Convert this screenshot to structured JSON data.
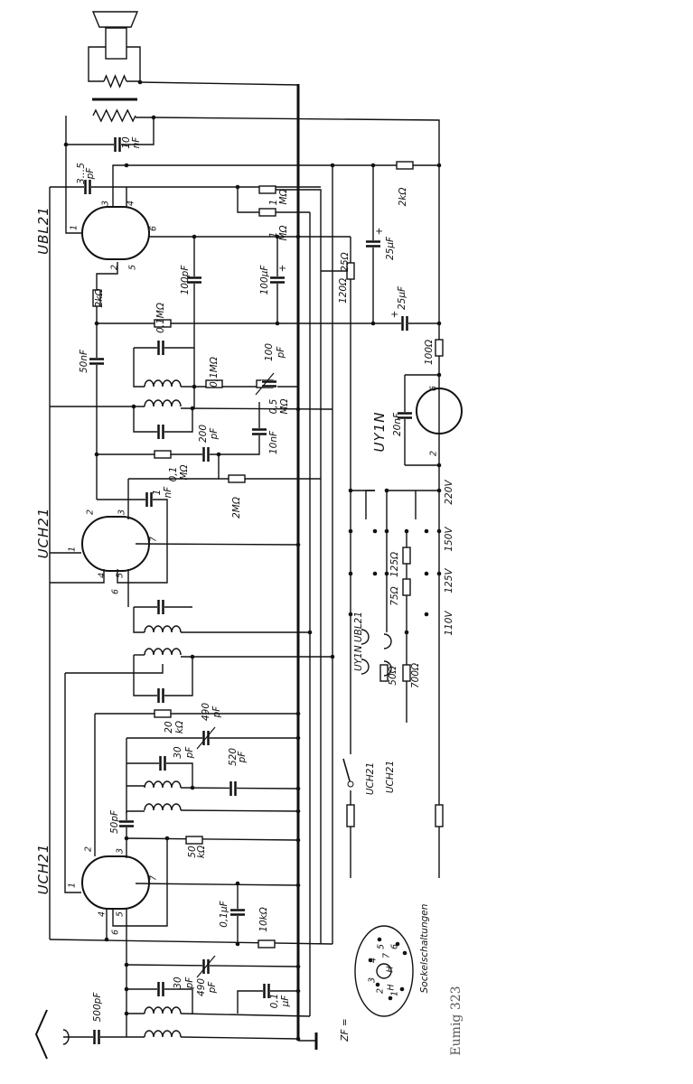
{
  "title": "Eumig 323",
  "tubes": [
    "UBL21",
    "UCH21",
    "UCH21",
    "UY1N"
  ],
  "labels": {
    "ubl21_cap_3_5": "3…5",
    "ubl21_cap_3_5_unit": "pF",
    "out_cap_10": "10",
    "out_cap_10_unit": "nF",
    "r_2k_screen": "2kΩ",
    "r_0_1M_top": "0,1MΩ",
    "c_100pF": "100pF",
    "c_100uF": "100µF",
    "r_1M_a": "1",
    "r_1M_a_unit": "MΩ",
    "r_1M_b": "1",
    "r_1M_b_unit": "MΩ",
    "r_25": "25Ω",
    "r_120": "120Ω",
    "c_25uF_a": "25µF",
    "c_25uF_b": "25µF",
    "r_2k_supply": "2kΩ",
    "r_100": "100Ω",
    "c_50nF": "50nF",
    "r_0_1M_mid": "0,1MΩ",
    "c_100pF_b": "100",
    "c_100pF_b_unit": "pF",
    "pot_0_5": "0,5",
    "pot_0_5_unit": "MΩ",
    "c_200": "200",
    "c_200_unit": "pF",
    "c_10nF": "10nF",
    "r_0_1M_low": "0,1",
    "r_0_1M_low_unit": "MΩ",
    "c_1nF": "1",
    "c_1nF_unit": "nF",
    "r_2M": "2MΩ",
    "c_20nF": "20nF",
    "v_220": "220V",
    "v_150": "150V",
    "v_125": "125V",
    "v_110": "110V",
    "r_125": "125Ω",
    "r_75": "75Ω",
    "r_50": "50Ω",
    "r_700": "700Ω",
    "heater_uy1n_ubl21": "UY1N UBL21",
    "heater_uch21_a": "UCH21",
    "heater_uch21_b": "UCH21",
    "c_490_a": "490",
    "c_490_a_unit": "pF",
    "r_20k": "20",
    "r_20k_unit": "kΩ",
    "c_30_a": "30",
    "c_30_a_unit": "pF",
    "c_520": "520",
    "c_520_unit": "pF",
    "c_50pF": "50pF",
    "r_50k": "50",
    "r_50k_unit": "kΩ",
    "c_0_1uF_a": "0,1µF",
    "r_10k": "10kΩ",
    "c_30_b": "30",
    "c_30_b_unit": "pF",
    "c_490_b": "490",
    "c_490_b_unit": "pF",
    "c_0_1uF_b": "0,1",
    "c_0_1uF_b_unit": "µF",
    "c_500pF": "500pF",
    "zf": "ZF =",
    "socket_title": "Sockelschaltungen",
    "plus_a": "+",
    "plus_b": "+",
    "plus_c": "+"
  },
  "pins": {
    "ubl21": [
      "1",
      "2",
      "3",
      "4",
      "5",
      "6"
    ],
    "uch21_top": [
      "1",
      "2",
      "3",
      "4",
      "5",
      "6",
      "7"
    ],
    "uch21_bottom": [
      "1",
      "2",
      "3",
      "4",
      "5",
      "6",
      "7"
    ],
    "uy1n": [
      "6",
      "2"
    ],
    "socket": [
      "1",
      "2",
      "3",
      "4",
      "5",
      "6",
      "7",
      "H",
      "H"
    ]
  }
}
